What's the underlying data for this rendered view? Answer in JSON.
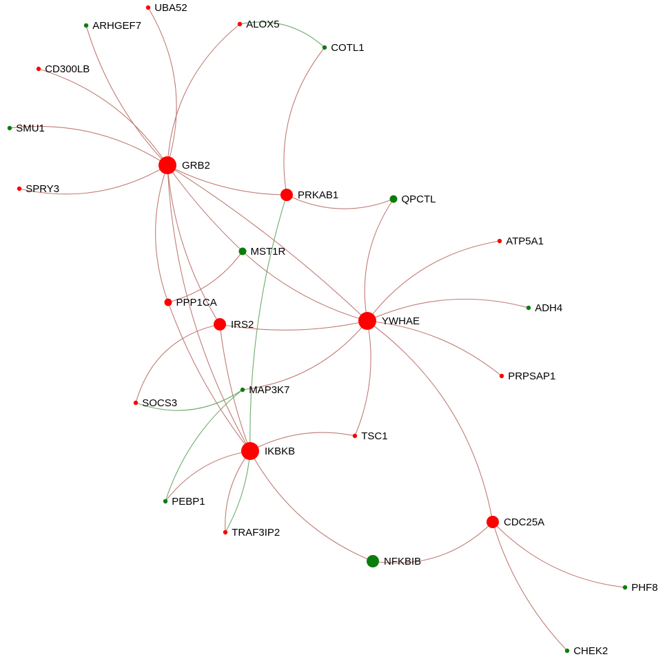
{
  "colors": {
    "up": "#ff0000",
    "down": "#0a7d0a",
    "edge_up": "#c07a75",
    "edge_down": "#6bab6b"
  },
  "nodes": [
    {
      "id": "GRB2",
      "label": "GRB2",
      "group": "up",
      "degree": "large"
    },
    {
      "id": "YWHAE",
      "label": "YWHAE",
      "group": "up",
      "degree": "large"
    },
    {
      "id": "IKBKB",
      "label": "IKBKB",
      "group": "up",
      "degree": "large"
    },
    {
      "id": "CDC25A",
      "label": "CDC25A",
      "group": "up",
      "degree": "medium"
    },
    {
      "id": "NFKBIB",
      "label": "NFKBIB",
      "group": "down",
      "degree": "medium"
    },
    {
      "id": "PRKAB1",
      "label": "PRKAB1",
      "group": "up",
      "degree": "medium"
    },
    {
      "id": "IRS2",
      "label": "IRS2",
      "group": "up",
      "degree": "medium"
    },
    {
      "id": "PPP1CA",
      "label": "PPP1CA",
      "group": "up",
      "degree": "small"
    },
    {
      "id": "MST1R",
      "label": "MST1R",
      "group": "down",
      "degree": "small"
    },
    {
      "id": "QPCTL",
      "label": "QPCTL",
      "group": "down",
      "degree": "small"
    },
    {
      "id": "MAP3K7",
      "label": "MAP3K7",
      "group": "down",
      "degree": "tiny"
    },
    {
      "id": "UBA52",
      "label": "UBA52",
      "group": "up",
      "degree": "tiny"
    },
    {
      "id": "ARHGEF7",
      "label": "ARHGEF7",
      "group": "down",
      "degree": "tiny"
    },
    {
      "id": "ALOX5",
      "label": "ALOX5",
      "group": "up",
      "degree": "tiny"
    },
    {
      "id": "COTL1",
      "label": "COTL1",
      "group": "down",
      "degree": "tiny"
    },
    {
      "id": "CD300LB",
      "label": "CD300LB",
      "group": "up",
      "degree": "tiny"
    },
    {
      "id": "SMU1",
      "label": "SMU1",
      "group": "down",
      "degree": "tiny"
    },
    {
      "id": "SPRY3",
      "label": "SPRY3",
      "group": "up",
      "degree": "tiny"
    },
    {
      "id": "ATP5A1",
      "label": "ATP5A1",
      "group": "up",
      "degree": "tiny"
    },
    {
      "id": "ADH4",
      "label": "ADH4",
      "group": "down",
      "degree": "tiny"
    },
    {
      "id": "PRPSAP1",
      "label": "PRPSAP1",
      "group": "up",
      "degree": "tiny"
    },
    {
      "id": "SOCS3",
      "label": "SOCS3",
      "group": "up",
      "degree": "tiny"
    },
    {
      "id": "TSC1",
      "label": "TSC1",
      "group": "up",
      "degree": "tiny"
    },
    {
      "id": "PEBP1",
      "label": "PEBP1",
      "group": "down",
      "degree": "tiny"
    },
    {
      "id": "TRAF3IP2",
      "label": "TRAF3IP2",
      "group": "up",
      "degree": "tiny"
    },
    {
      "id": "PHF8",
      "label": "PHF8",
      "group": "down",
      "degree": "tiny"
    },
    {
      "id": "CHEK2",
      "label": "CHEK2",
      "group": "down",
      "degree": "tiny"
    }
  ],
  "edges": [
    {
      "source": "GRB2",
      "target": "UBA52",
      "group": "up"
    },
    {
      "source": "GRB2",
      "target": "ARHGEF7",
      "group": "up"
    },
    {
      "source": "GRB2",
      "target": "ALOX5",
      "group": "up"
    },
    {
      "source": "GRB2",
      "target": "CD300LB",
      "group": "up"
    },
    {
      "source": "GRB2",
      "target": "SMU1",
      "group": "up"
    },
    {
      "source": "GRB2",
      "target": "SPRY3",
      "group": "up"
    },
    {
      "source": "GRB2",
      "target": "PRKAB1",
      "group": "up"
    },
    {
      "source": "GRB2",
      "target": "PPP1CA",
      "group": "up"
    },
    {
      "source": "GRB2",
      "target": "IRS2",
      "group": "up"
    },
    {
      "source": "GRB2",
      "target": "YWHAE",
      "group": "up"
    },
    {
      "source": "GRB2",
      "target": "MST1R",
      "group": "up"
    },
    {
      "source": "GRB2",
      "target": "IKBKB",
      "group": "up"
    },
    {
      "source": "ALOX5",
      "target": "COTL1",
      "group": "down"
    },
    {
      "source": "COTL1",
      "target": "PRKAB1",
      "group": "up"
    },
    {
      "source": "PRKAB1",
      "target": "QPCTL",
      "group": "up"
    },
    {
      "source": "PRKAB1",
      "target": "IKBKB",
      "group": "down"
    },
    {
      "source": "QPCTL",
      "target": "YWHAE",
      "group": "up"
    },
    {
      "source": "MST1R",
      "target": "PPP1CA",
      "group": "up"
    },
    {
      "source": "MST1R",
      "target": "YWHAE",
      "group": "up"
    },
    {
      "source": "YWHAE",
      "target": "ATP5A1",
      "group": "up"
    },
    {
      "source": "YWHAE",
      "target": "ADH4",
      "group": "up"
    },
    {
      "source": "YWHAE",
      "target": "PRPSAP1",
      "group": "up"
    },
    {
      "source": "YWHAE",
      "target": "IRS2",
      "group": "up"
    },
    {
      "source": "YWHAE",
      "target": "TSC1",
      "group": "up"
    },
    {
      "source": "YWHAE",
      "target": "CDC25A",
      "group": "up"
    },
    {
      "source": "YWHAE",
      "target": "MAP3K7",
      "group": "up"
    },
    {
      "source": "IRS2",
      "target": "SOCS3",
      "group": "up"
    },
    {
      "source": "IRS2",
      "target": "IKBKB",
      "group": "up"
    },
    {
      "source": "PPP1CA",
      "target": "IKBKB",
      "group": "up"
    },
    {
      "source": "MAP3K7",
      "target": "SOCS3",
      "group": "down"
    },
    {
      "source": "MAP3K7",
      "target": "PEBP1",
      "group": "down"
    },
    {
      "source": "IKBKB",
      "target": "TSC1",
      "group": "up"
    },
    {
      "source": "IKBKB",
      "target": "PEBP1",
      "group": "up"
    },
    {
      "source": "IKBKB",
      "target": "TRAF3IP2",
      "group": "up"
    },
    {
      "source": "IKBKB",
      "target": "NFKBIB",
      "group": "up"
    },
    {
      "source": "IKBKB",
      "target": "TRAF3IP2",
      "group": "down"
    },
    {
      "source": "CDC25A",
      "target": "NFKBIB",
      "group": "up"
    },
    {
      "source": "CDC25A",
      "target": "PHF8",
      "group": "up"
    },
    {
      "source": "CDC25A",
      "target": "CHEK2",
      "group": "up"
    }
  ]
}
